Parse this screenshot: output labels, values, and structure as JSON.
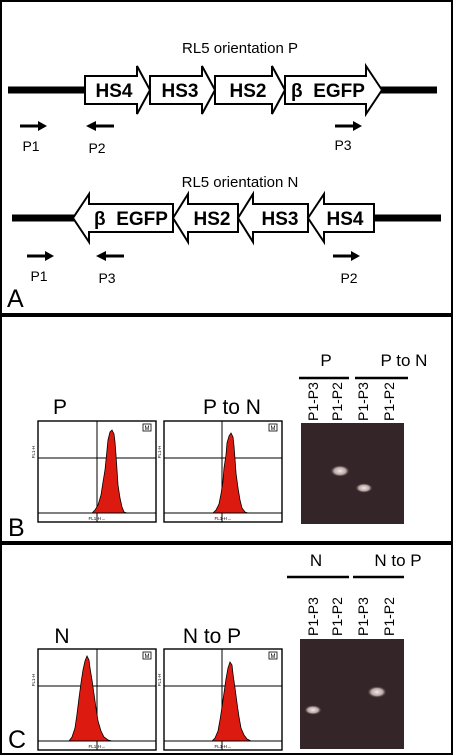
{
  "panelA": {
    "letter": "A",
    "title_p": "RL5 orientation P",
    "title_n": "RL5 orientation N",
    "construct_p": [
      "HS4",
      "HS3",
      "HS2",
      "β  EGFP"
    ],
    "construct_n": [
      "β  EGFP",
      "HS2",
      "HS3",
      "HS4"
    ],
    "primers_p": [
      "P1",
      "P2",
      "P3"
    ],
    "primers_n": [
      "P1",
      "P3",
      "P2"
    ]
  },
  "panelB": {
    "letter": "B",
    "facs_left_label": "P",
    "facs_right_label": "P to N",
    "gel_group1": "P",
    "gel_group2": "P to N",
    "lanes": [
      "P1-P3",
      "P1-P2",
      "P1-P3",
      "P1-P2"
    ],
    "facs_axis_y": "FL1-H",
    "facs_axis_x": "FL1-H→",
    "facs_marker": "M"
  },
  "panelC": {
    "letter": "C",
    "facs_left_label": "N",
    "facs_right_label": "N to P",
    "gel_group1": "N",
    "gel_group2": "N to P",
    "lanes": [
      "P1-P3",
      "P1-P2",
      "P1-P3",
      "P1-P2"
    ],
    "facs_axis_y": "FL1-H",
    "facs_axis_x": "FL1-H→",
    "facs_marker": "M"
  },
  "colors": {
    "histogram_fill": "#dd1a10",
    "gel_background": "#342628",
    "gel_band": "#d8c8c8"
  }
}
